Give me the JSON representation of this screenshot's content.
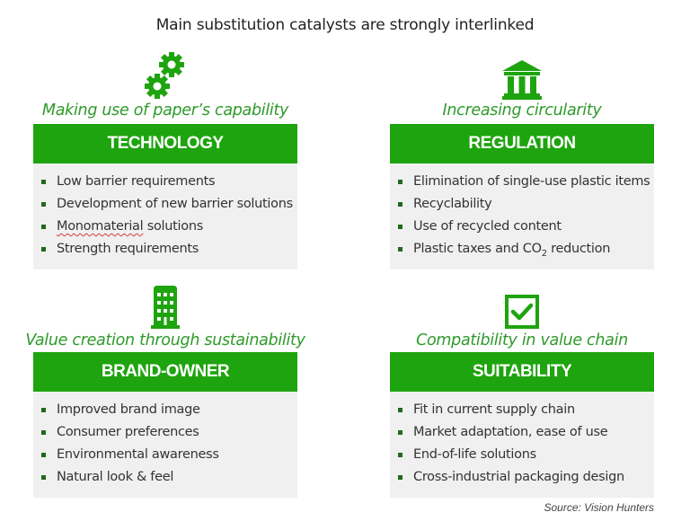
{
  "title": "Main substitution catalysts are strongly interlinked",
  "colors": {
    "accent_green": "#1ea40e",
    "subtitle_green": "#2e9a2a",
    "box_bg": "#f0f0f0",
    "bullet": "#1f6a1a"
  },
  "quadrants": [
    {
      "icon": "gears-icon",
      "subtitle": "Making use of paper’s capability",
      "header": "TECHNOLOGY",
      "items": [
        "Low barrier requirements",
        "Development of new barrier solutions",
        "Monomaterial",
        "solutions",
        "Strength requirements"
      ]
    },
    {
      "icon": "government-building-icon",
      "subtitle": "Increasing circularity",
      "header": "REGULATION",
      "items": [
        "Elimination of single-use plastic items",
        "Recyclability",
        "Use of recycled content",
        "Plastic taxes and CO",
        "2",
        "reduction"
      ]
    },
    {
      "icon": "office-building-icon",
      "subtitle": "Value creation through sustainability",
      "header": "BRAND-OWNER",
      "items": [
        "Improved brand image",
        "Consumer preferences",
        "Environmental awareness",
        "Natural look & feel"
      ]
    },
    {
      "icon": "checkbox-checked-icon",
      "subtitle": "Compatibility in value chain",
      "header": "SUITABILITY",
      "items": [
        "Fit in current supply chain",
        "Market adaptation, ease of use",
        "End-of-life solutions",
        "Cross-industrial packaging design"
      ]
    }
  ],
  "source": "Source: Vision Hunters"
}
